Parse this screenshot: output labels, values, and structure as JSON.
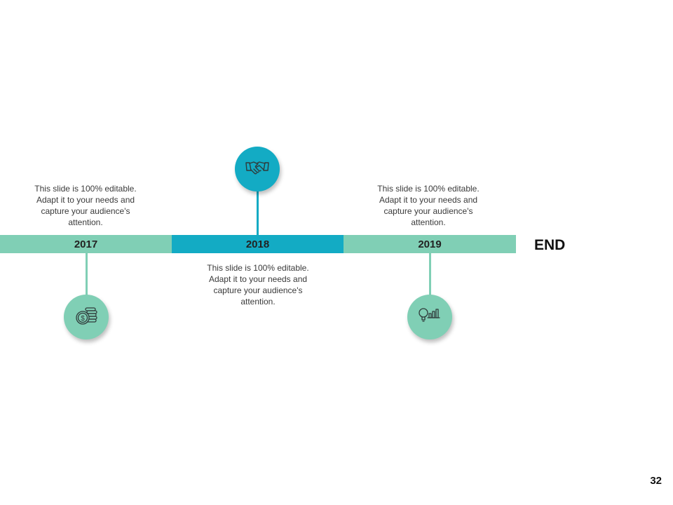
{
  "timeline": {
    "milestones": [
      {
        "year": "2017",
        "description": "This slide is 100% editable. Adapt it to your needs and capture your audience's attention.",
        "icon": "money-coins-icon",
        "color": "#80cfb5"
      },
      {
        "year": "2018",
        "description": "This slide is 100% editable. Adapt it to your needs and capture your audience's attention.",
        "icon": "handshake-icon",
        "color": "#13abc4"
      },
      {
        "year": "2019",
        "description": "This slide is 100% editable. Adapt it to your needs and capture your audience's attention.",
        "icon": "lightbulb-chart-icon",
        "color": "#80cfb5"
      }
    ],
    "end_label": "END"
  },
  "page_number": "32"
}
